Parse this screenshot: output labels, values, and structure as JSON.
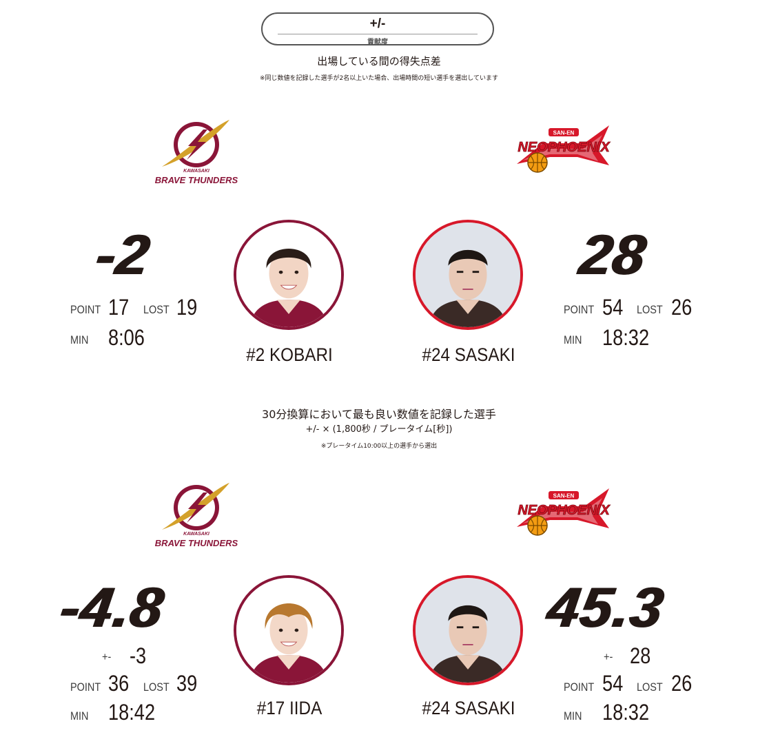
{
  "header": {
    "title": "+/-",
    "subtitle": "貢献度",
    "description": "出場している間の得失点差",
    "note": "※同じ数値を記録した選手が2名以上いた場合、出場時間の短い選手を選出しています"
  },
  "teams": {
    "home": {
      "name_top": "KAWASAKI",
      "name_bottom": "BRAVE THUNDERS",
      "badge": "KAWASAKI",
      "color": "#8a1538",
      "accent": "#d4a12a"
    },
    "away": {
      "name": "NEOPHOENIX",
      "badge": "SAN-EN",
      "color": "#d7182a",
      "accent": "#f39c12"
    }
  },
  "section1": {
    "home": {
      "value": "-2",
      "point_label": "POINT",
      "point": "17",
      "lost_label": "LOST",
      "lost": "19",
      "min_label": "MIN",
      "min": "8:06",
      "player": "#2 KOBARI"
    },
    "away": {
      "value": "28",
      "point_label": "POINT",
      "point": "54",
      "lost_label": "LOST",
      "lost": "26",
      "min_label": "MIN",
      "min": "18:32",
      "player": "#24 SASAKI"
    }
  },
  "section2_header": {
    "description": "30分換算において最も良い数値を記録した選手",
    "formula": "+/- × (1,800秒 / プレータイム[秒])",
    "note": "※プレータイム10:00以上の選手から選出"
  },
  "section2": {
    "home": {
      "value": "-4.8",
      "pm_label": "+-",
      "pm": "-3",
      "point_label": "POINT",
      "point": "36",
      "lost_label": "LOST",
      "lost": "39",
      "min_label": "MIN",
      "min": "18:42",
      "player": "#17 IIDA"
    },
    "away": {
      "value": "45.3",
      "pm_label": "+-",
      "pm": "28",
      "point_label": "POINT",
      "point": "54",
      "lost_label": "LOST",
      "lost": "26",
      "min_label": "MIN",
      "min": "18:32",
      "player": "#24 SASAKI"
    }
  }
}
